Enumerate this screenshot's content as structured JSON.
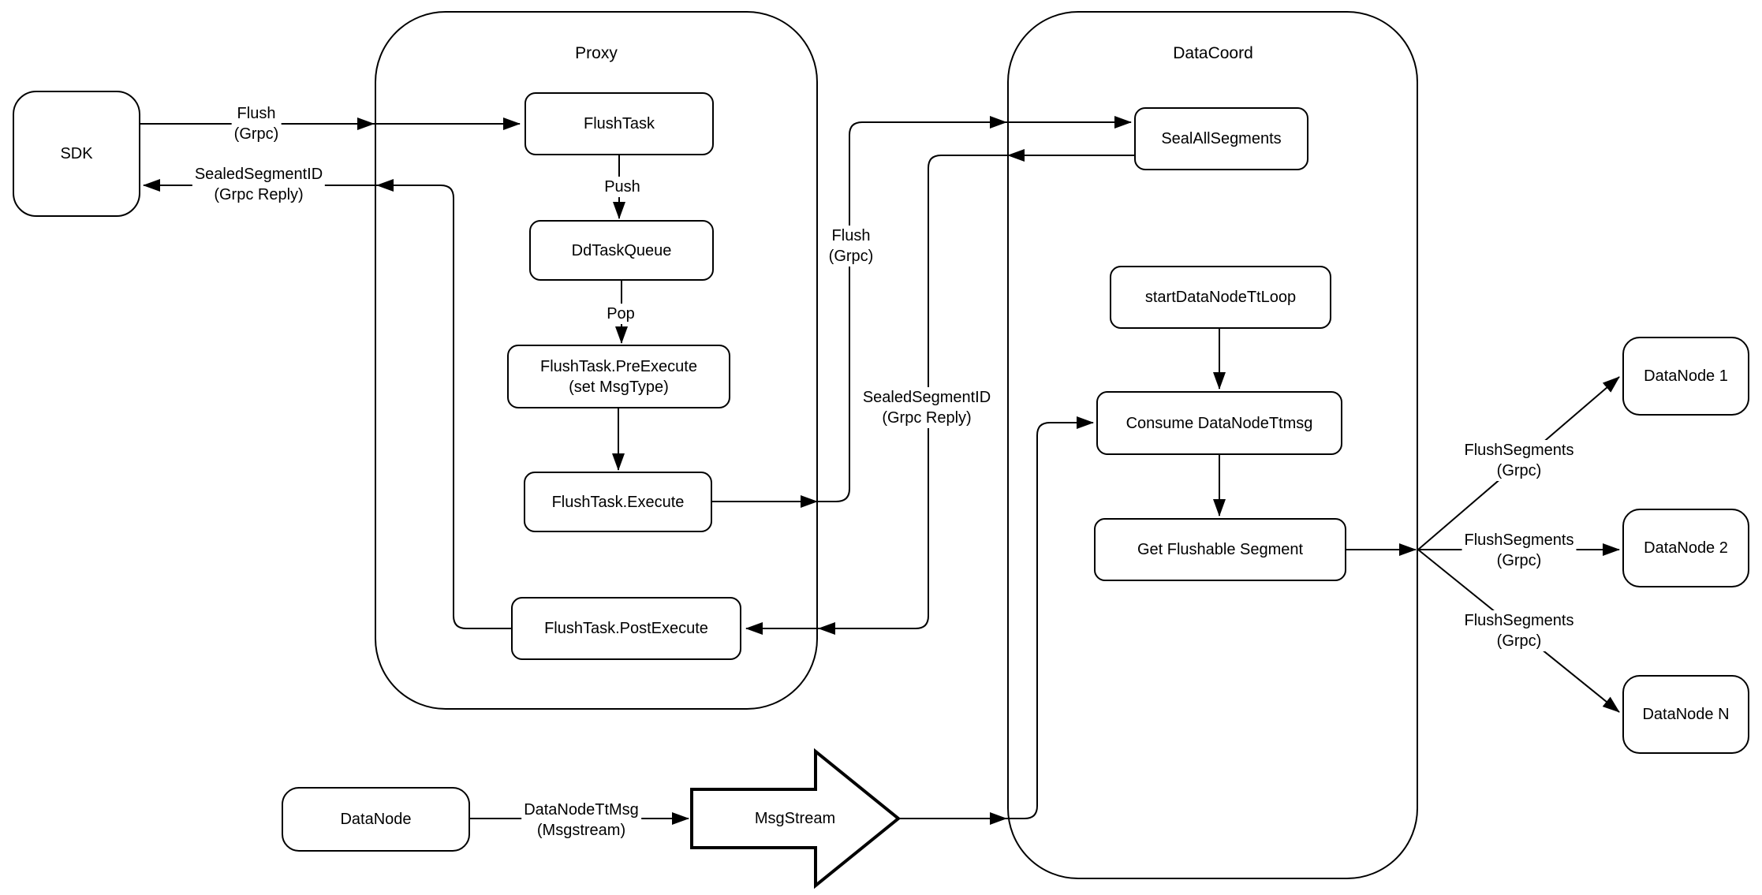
{
  "containers": {
    "proxy": {
      "label": "Proxy"
    },
    "datacoord": {
      "label": "DataCoord"
    }
  },
  "nodes": {
    "sdk": {
      "label": "SDK"
    },
    "flush_task": {
      "label": "FlushTask"
    },
    "dd_task_queue": {
      "label": "DdTaskQueue"
    },
    "pre_execute": {
      "label": "FlushTask.PreExecute",
      "sublabel": "(set MsgType)"
    },
    "execute": {
      "label": "FlushTask.Execute"
    },
    "post_execute": {
      "label": "FlushTask.PostExecute"
    },
    "seal_all_segments": {
      "label": "SealAllSegments"
    },
    "start_datanode_tt_loop": {
      "label": "startDataNodeTtLoop"
    },
    "consume_datanode_ttmsg": {
      "label": "Consume DataNodeTtmsg"
    },
    "get_flushable_segment": {
      "label": "Get Flushable Segment"
    },
    "datanode_1": {
      "label": "DataNode 1"
    },
    "datanode_2": {
      "label": "DataNode 2"
    },
    "datanode_n": {
      "label": "DataNode N"
    },
    "datanode_source": {
      "label": "DataNode"
    },
    "msgstream": {
      "label": "MsgStream"
    }
  },
  "edge_labels": {
    "flush_sdk": {
      "line1": "Flush",
      "line2": "(Grpc)"
    },
    "sealed_sdk": {
      "line1": "SealedSegmentID",
      "line2": "(Grpc Reply)"
    },
    "push": {
      "line1": "Push"
    },
    "pop": {
      "line1": "Pop"
    },
    "flush_grpc_riser": {
      "line1": "Flush",
      "line2": "(Grpc)"
    },
    "sealed_reply_riser": {
      "line1": "SealedSegmentID",
      "line2": "(Grpc Reply)"
    },
    "flush_segments_1": {
      "line1": "FlushSegments",
      "line2": "(Grpc)"
    },
    "flush_segments_2": {
      "line1": "FlushSegments",
      "line2": "(Grpc)"
    },
    "flush_segments_3": {
      "line1": "FlushSegments",
      "line2": "(Grpc)"
    },
    "datanode_tt_msg": {
      "line1": "DataNodeTtMsg",
      "line2": "(Msgstream)"
    }
  },
  "colors": {
    "stroke": "#000000",
    "background": "#ffffff"
  }
}
